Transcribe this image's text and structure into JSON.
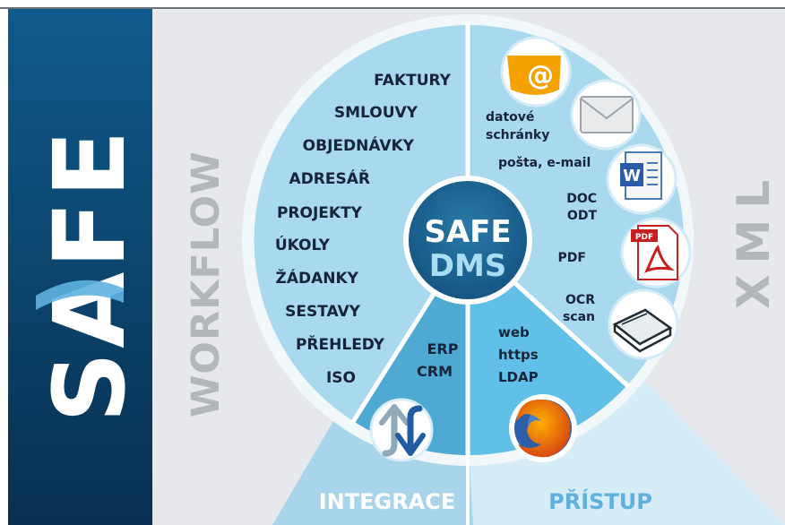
{
  "brand": "SAFE",
  "sections": {
    "workflow_label": "WORKFLOW",
    "xml_label": "XML",
    "integrace_label": "INTEGRACE",
    "pristup_label": "PŘÍSTUP"
  },
  "center": {
    "line1": "SAFE",
    "line2": "DMS"
  },
  "workflow_items": [
    "FAKTURY",
    "SMLOUVY",
    "OBJEDNÁVKY",
    "ADRESÁŘ",
    "PROJEKTY",
    "ÚKOLY",
    "ŽÁDANKY",
    "SESTAVY",
    "PŘEHLEDY",
    "ISO"
  ],
  "format_items": {
    "datove": [
      "datové",
      "schránky"
    ],
    "posta": "pošta, e-mail",
    "doc": [
      "DOC",
      "ODT"
    ],
    "pdf": "PDF",
    "ocr": [
      "OCR",
      "scan"
    ]
  },
  "integration_items": [
    "ERP",
    "CRM"
  ],
  "access_items": [
    "web",
    "https",
    "LDAP"
  ],
  "icons": {
    "datove_schranky": "datove-schranky-icon",
    "email": "envelope-icon",
    "word": "word-document-icon",
    "pdf": "pdf-document-icon",
    "pdf_badge": "PDF",
    "scanner": "scanner-icon",
    "sync": "sync-arrows-icon",
    "browser": "firefox-icon",
    "word_letter": "W"
  },
  "colors": {
    "sidebar": "#0d4a76",
    "sidebar_dark": "#0a3a5e",
    "circle_main": "#a8d8ee",
    "circle_light": "#cfeaf7",
    "center": "#1d6591",
    "integrace_band": "#a7d4ea",
    "pristup_band": "#d4ecf8",
    "workflow_panel": "#e4e7ea",
    "gray_text": "#b3b6ba",
    "dark_text": "#16233a",
    "accent_text": "#5fb0dc"
  }
}
